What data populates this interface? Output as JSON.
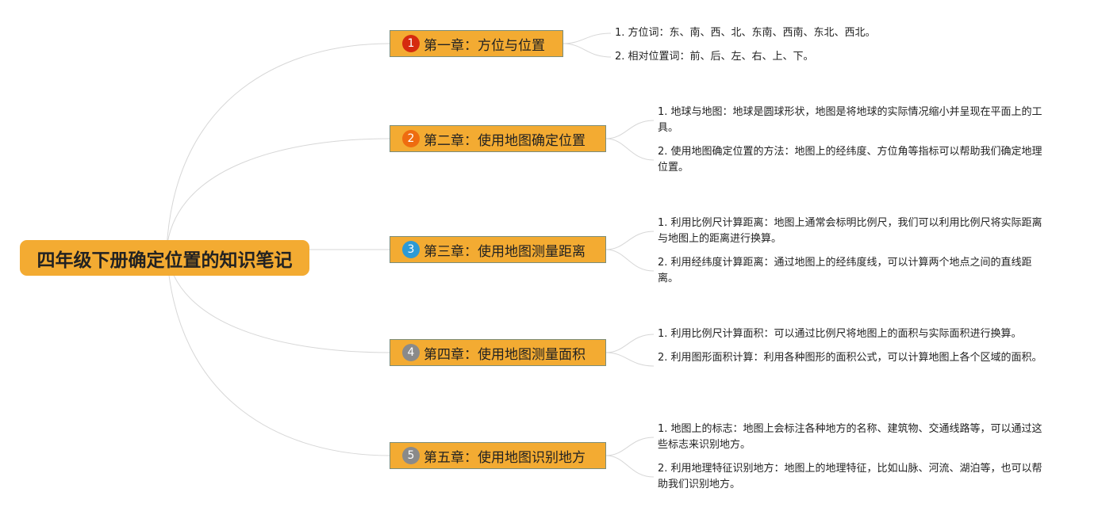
{
  "root": {
    "title": "四年级下册确定位置的知识笔记"
  },
  "chapters": [
    {
      "title": "第一章：方位与位置",
      "badge": "1",
      "badge_color": "#d52a0f",
      "notes": [
        "1. 方位词：东、南、西、北、东南、西南、东北、西北。",
        "2. 相对位置词：前、后、左、右、上、下。"
      ]
    },
    {
      "title": "第二章：使用地图确定位置",
      "badge": "2",
      "badge_color": "#ee6c10",
      "notes": [
        "1. 地球与地图：地球是圆球形状，地图是将地球的实际情况缩小并呈现在平面上的工具。",
        "2. 使用地图确定位置的方法：地图上的经纬度、方位角等指标可以帮助我们确定地理位置。"
      ]
    },
    {
      "title": "第三章：使用地图测量距离",
      "badge": "3",
      "badge_color": "#2d9ad6",
      "notes": [
        "1. 利用比例尺计算距离：地图上通常会标明比例尺，我们可以利用比例尺将实际距离与地图上的距离进行换算。",
        "2. 利用经纬度计算距离：通过地图上的经纬度线，可以计算两个地点之间的直线距离。"
      ]
    },
    {
      "title": "第四章：使用地图测量面积",
      "badge": "4",
      "badge_color": "#8a8a8a",
      "notes": [
        "1. 利用比例尺计算面积：可以通过比例尺将地图上的面积与实际面积进行换算。",
        "2. 利用图形面积计算：利用各种图形的面积公式，可以计算地图上各个区域的面积。"
      ]
    },
    {
      "title": "第五章：使用地图识别地方",
      "badge": "5",
      "badge_color": "#8a8a8a",
      "notes": [
        "1. 地图上的标志：地图上会标注各种地方的名称、建筑物、交通线路等，可以通过这些标志来识别地方。",
        "2. 利用地理特征识别地方：地图上的地理特征，比如山脉、河流、湖泊等，也可以帮助我们识别地方。"
      ]
    }
  ]
}
